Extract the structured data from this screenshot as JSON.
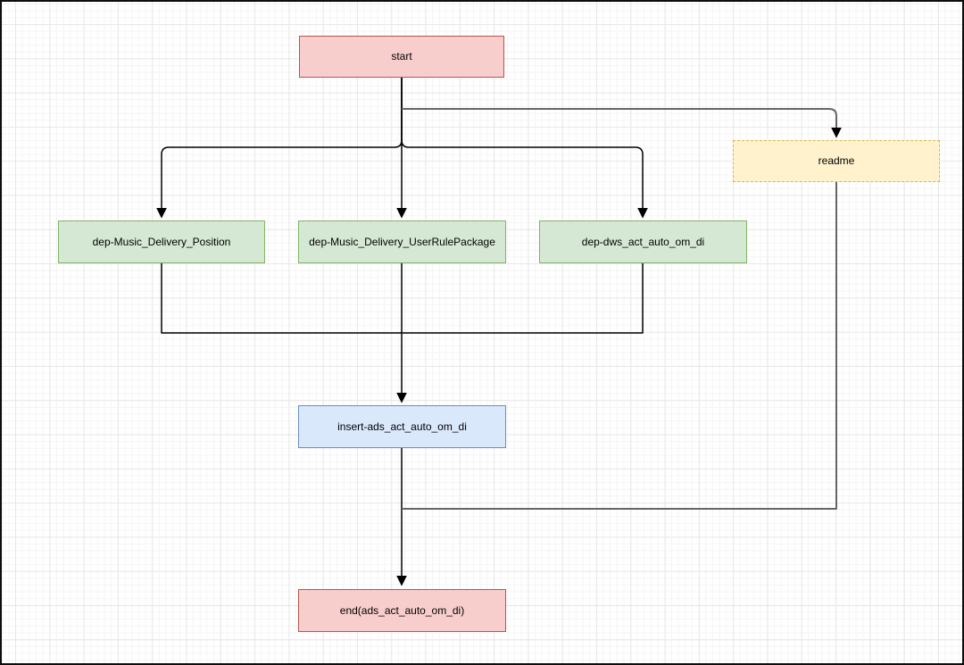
{
  "diagram": {
    "type": "workflow-flowchart",
    "grid": "on"
  },
  "colors": {
    "canvas_background": "#ffffff",
    "grid_minor": "#f4f4f4",
    "grid_major": "#e8e8e8",
    "node_red_fill": "#f8cecc",
    "node_red_border": "#b85450",
    "node_green_fill": "#d5e8d4",
    "node_green_border": "#82b366",
    "node_yellow_fill": "#fff2cc",
    "node_yellow_border": "#d6b656",
    "node_blue_fill": "#dae8fc",
    "node_blue_border": "#6c8ebf",
    "edge_main": "#000000",
    "edge_secondary": "#666666"
  },
  "nodes": {
    "start": {
      "label": "start",
      "style": "red",
      "border": "solid"
    },
    "readme": {
      "label": "readme",
      "style": "yellow",
      "border": "dashed"
    },
    "dep_music_delivery_position": {
      "label": "dep-Music_Delivery_Position",
      "style": "green",
      "border": "solid"
    },
    "dep_music_delivery_userrulepackage": {
      "label": "dep-Music_Delivery_UserRulePackage",
      "style": "green",
      "border": "solid"
    },
    "dep_dws_act_auto_om_di": {
      "label": "dep-dws_act_auto_om_di",
      "style": "green",
      "border": "solid"
    },
    "insert_ads_act_auto_om_di": {
      "label": "insert-ads_act_auto_om_di",
      "style": "blue",
      "border": "solid"
    },
    "end": {
      "label": "end(ads_act_auto_om_di)",
      "style": "red",
      "border": "solid"
    }
  },
  "edges": [
    {
      "from": "start",
      "to": "dep-Music_Delivery_Position",
      "arrow": true
    },
    {
      "from": "start",
      "to": "dep-Music_Delivery_UserRulePackage",
      "arrow": true
    },
    {
      "from": "start",
      "to": "dep-dws_act_auto_om_di",
      "arrow": true
    },
    {
      "from": "start",
      "to": "readme",
      "arrow": true
    },
    {
      "from": "dep-Music_Delivery_Position",
      "to": "insert-ads_act_auto_om_di",
      "arrow": false
    },
    {
      "from": "dep-dws_act_auto_om_di",
      "to": "insert-ads_act_auto_om_di",
      "arrow": false
    },
    {
      "from": "dep-Music_Delivery_UserRulePackage",
      "to": "insert-ads_act_auto_om_di",
      "arrow": true
    },
    {
      "from": "insert-ads_act_auto_om_di",
      "to": "end(ads_act_auto_om_di)",
      "arrow": true
    },
    {
      "from": "readme",
      "to": "end(ads_act_auto_om_di)",
      "arrow": false
    }
  ]
}
